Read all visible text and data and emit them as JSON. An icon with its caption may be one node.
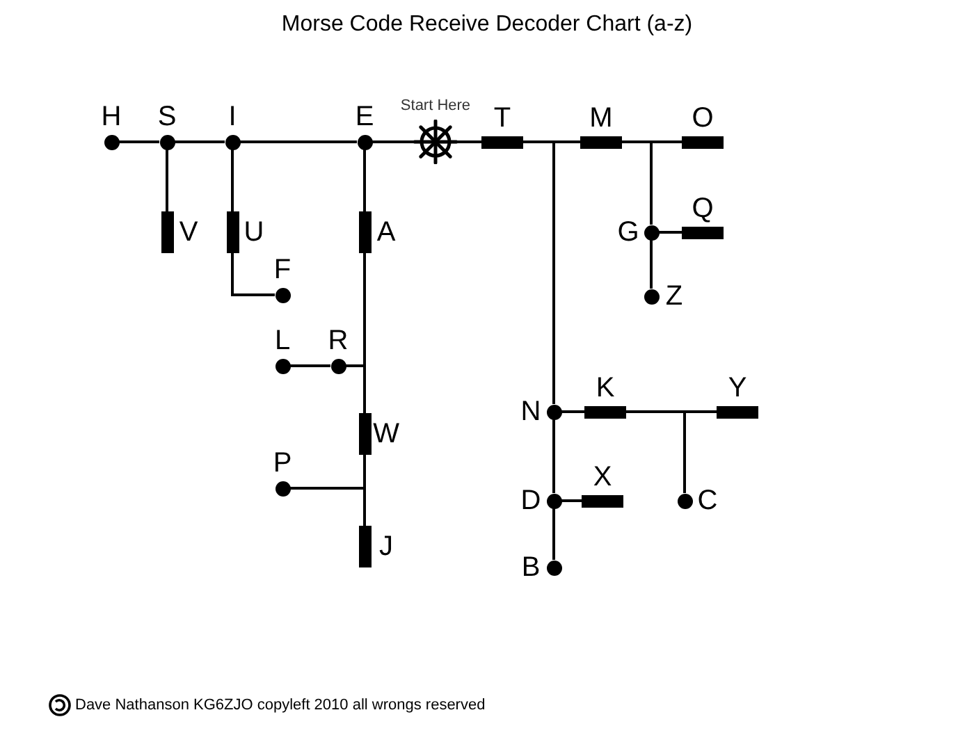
{
  "diagram": {
    "title": "Morse Code Receive Decoder Chart (a-z)",
    "nodes": [
      {
        "text": [],
        "shape": "picture",
        "beside": [
          "Start Here"
        ]
      },
      {
        "text": [
          "E"
        ]
      },
      {
        "text": [
          "T"
        ]
      },
      {
        "text": [
          "I"
        ]
      },
      {
        "text": [
          "A"
        ]
      },
      {
        "text": [
          "N"
        ]
      },
      {
        "text": [
          "M"
        ]
      },
      {
        "text": [
          "S"
        ]
      },
      {
        "text": [
          "U"
        ]
      },
      {
        "text": [
          "R"
        ]
      },
      {
        "text": [
          "W"
        ]
      },
      {
        "text": [
          "K"
        ]
      },
      {
        "text": [
          "D"
        ]
      },
      {
        "text": [
          "G"
        ]
      },
      {
        "text": [
          "O"
        ]
      },
      {
        "text": [
          "H"
        ]
      },
      {
        "text": [
          "V"
        ]
      },
      {
        "text": [
          "F"
        ]
      },
      {
        "text": [
          "L"
        ]
      },
      {
        "text": [
          "P"
        ]
      },
      {
        "text": [
          "J"
        ]
      },
      {
        "text": [
          "B"
        ]
      },
      {
        "text": [
          "X"
        ]
      },
      {
        "text": [
          "C"
        ]
      },
      {
        "text": [
          "Y"
        ]
      },
      {
        "text": [
          "Z"
        ]
      },
      {
        "text": [
          "Q"
        ]
      }
    ],
    "edges": [
      {
        "from": 0,
        "to": 1,
        "arrow": "none"
      },
      {
        "from": 0,
        "to": 2,
        "arrow": "none"
      },
      {
        "from": 1,
        "to": 3,
        "arrow": "none"
      },
      {
        "from": 1,
        "to": 4,
        "arrow": "none"
      },
      {
        "from": 2,
        "to": 5,
        "arrow": "none"
      },
      {
        "from": 2,
        "to": 6,
        "arrow": "none"
      },
      {
        "from": 3,
        "to": 7,
        "arrow": "none"
      },
      {
        "from": 3,
        "to": 8,
        "arrow": "none"
      },
      {
        "from": 4,
        "to": 9,
        "arrow": "none"
      },
      {
        "from": 4,
        "to": 10,
        "arrow": "none"
      },
      {
        "from": 5,
        "to": 11,
        "arrow": "none"
      },
      {
        "from": 5,
        "to": 12,
        "arrow": "none"
      },
      {
        "from": 6,
        "to": 13,
        "arrow": "none"
      },
      {
        "from": 6,
        "to": 14,
        "arrow": "none"
      },
      {
        "from": 7,
        "to": 15,
        "arrow": "none"
      },
      {
        "from": 7,
        "to": 16,
        "arrow": "none"
      },
      {
        "from": 8,
        "to": 17,
        "arrow": "none"
      },
      {
        "from": 9,
        "to": 18,
        "arrow": "none"
      },
      {
        "from": 10,
        "to": 19,
        "arrow": "none"
      },
      {
        "from": 10,
        "to": 20,
        "arrow": "none"
      },
      {
        "from": 12,
        "to": 21,
        "arrow": "none"
      },
      {
        "from": 12,
        "to": 22,
        "arrow": "none"
      },
      {
        "from": 11,
        "to": 23,
        "arrow": "none"
      },
      {
        "from": 11,
        "to": 24,
        "arrow": "none"
      },
      {
        "from": 13,
        "to": 25,
        "arrow": "none"
      },
      {
        "from": 13,
        "to": 26,
        "arrow": "none"
      }
    ],
    "labels": [
      "Dave Nathanson KG6ZJO copyleft 2010 all wrongs reserved"
    ]
  }
}
